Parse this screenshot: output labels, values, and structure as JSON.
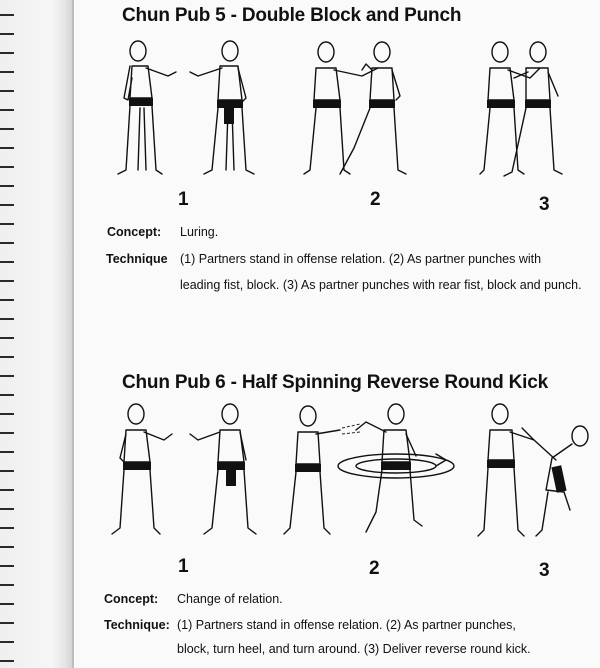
{
  "sections": [
    {
      "title": "Chun Pub 5 - Double Block and Punch",
      "step_numbers": [
        "1",
        "2",
        "3"
      ],
      "concept_label": "Concept:",
      "concept_text": "Luring.",
      "technique_label": "Technique",
      "technique_lines": [
        "(1) Partners stand in offense relation.  (2) As partner punches with",
        "leading fist, block.  (3) As partner punches with rear fist, block and punch."
      ]
    },
    {
      "title": "Chun Pub 6 - Half Spinning Reverse Round Kick",
      "step_numbers": [
        "1",
        "2",
        "3"
      ],
      "concept_label": "Concept:",
      "concept_text": "Change of relation.",
      "technique_label": "Technique:",
      "technique_lines": [
        "(1) Partners stand in offense relation.  (2) As partner punches,",
        "block, turn heel, and turn around.  (3) Deliver reverse round kick."
      ]
    }
  ],
  "illustrations": [
    "partners-standing-figure",
    "partners-block-figure",
    "block-and-punch-figure",
    "partners-standing-figure",
    "spin-turn-figure",
    "reverse-round-kick-figure"
  ]
}
